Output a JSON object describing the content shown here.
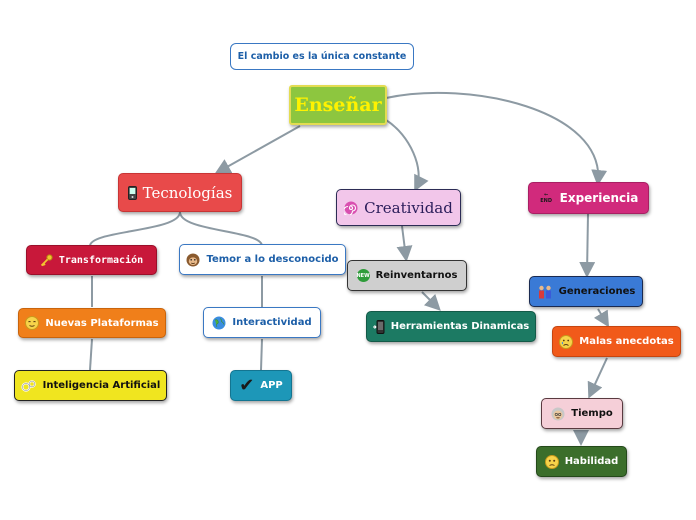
{
  "header": {
    "label": "El cambio es la única constante"
  },
  "root": {
    "label": "Enseñar"
  },
  "colors": {
    "link": "#8d9aa3",
    "tecnologias": "#e84a4a",
    "creatividad": "#f2c6ea",
    "experiencia": "#d12a7c",
    "transformacion": "#c8183a",
    "nuevas_plataformas": "#f07f1a",
    "inteligencia_artificial": "#f0e51f",
    "reinventarnos": "#cfcfcf",
    "herramientas": "#1c7a63",
    "generaciones": "#3a7ad6",
    "malas_anecdotas": "#f15a1a",
    "tiempo": "#f5cfd8",
    "habilidad": "#3b6e2b",
    "app": "#1d97b8"
  },
  "nodes": {
    "tecnologias": {
      "label": "Tecnologías",
      "icon": "phone-icon"
    },
    "creatividad": {
      "label": "Creatividad",
      "icon": "spiral-icon"
    },
    "experiencia": {
      "label": "Experiencia",
      "icon": "end-arrow-icon"
    },
    "transformacion": {
      "label": "Transformación",
      "icon": "key-icon"
    },
    "nuevas_plataformas": {
      "label": "Nuevas Plataformas",
      "icon": "relieved-face-icon"
    },
    "inteligencia_artificial": {
      "label": "Inteligencia Artificial",
      "icon": "gears-icon"
    },
    "temor": {
      "label": "Temor a lo desconocido",
      "icon": "monkey-face-icon"
    },
    "interactividad": {
      "label": "Interactividad",
      "icon": "globe-icon"
    },
    "app": {
      "label": "APP",
      "icon": "check-icon"
    },
    "reinventarnos": {
      "label": "Reinventarnos",
      "icon": "new-badge-icon",
      "badge": "NEW"
    },
    "herramientas": {
      "label": "Herramientas Dinamicas",
      "icon": "mobile-phone-icon"
    },
    "generaciones": {
      "label": "Generaciones",
      "icon": "couple-icon"
    },
    "malas_anecdotas": {
      "label": "Malas anecdotas",
      "icon": "sad-face-icon"
    },
    "tiempo": {
      "label": "Tiempo",
      "icon": "old-woman-icon"
    },
    "habilidad": {
      "label": "Habilidad",
      "icon": "worried-face-icon"
    }
  },
  "end_badge_text": "END"
}
